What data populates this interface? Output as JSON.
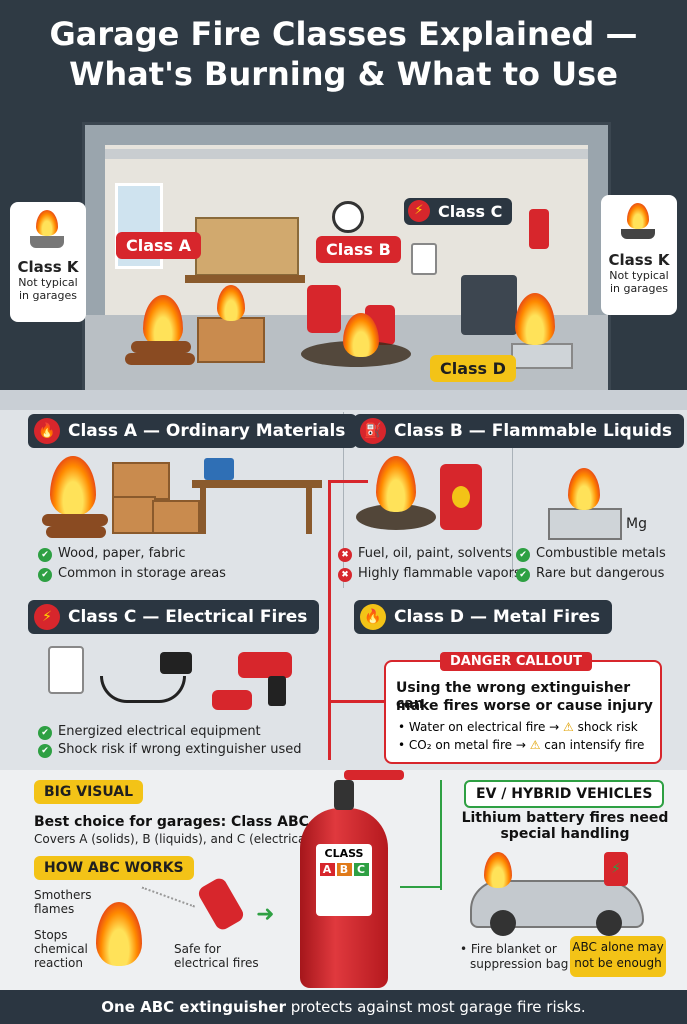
{
  "title": {
    "line1": "Garage Fire Classes Explained —",
    "line2": "What's Burning & What to Use"
  },
  "scene": {
    "class_a_tag": "Class A",
    "class_b_tag": "Class B",
    "class_c_tag": "Class C",
    "class_d_tag": "Class D",
    "class_k_left": {
      "label": "Class K",
      "note_line1": "Not typical",
      "note_line2": "in garages"
    },
    "class_k_right": {
      "label": "Class K",
      "note_line1": "Not typical",
      "note_line2": "in garages"
    }
  },
  "panels": {
    "a": {
      "title": "Class A — Ordinary Materials",
      "bullets": [
        "Wood, paper, fabric",
        "Common in storage areas"
      ]
    },
    "b": {
      "title": "Class B — Flammable Liquids",
      "bullets": [
        "Fuel, oil, paint, solvents",
        "Highly flammable vapors"
      ]
    },
    "d_bullets": [
      "Combustible metals",
      "Rare but dangerous"
    ],
    "d_label": "Mg",
    "c": {
      "title": "Class C — Electrical Fires",
      "bullets": [
        "Energized electrical equipment",
        "Shock risk if wrong extinguisher used"
      ]
    },
    "d": {
      "title": "Class D — Metal Fires"
    }
  },
  "danger": {
    "header": "DANGER CALLOUT",
    "headline_line1": "Using the wrong extinguisher can",
    "headline_line2": "make fires worse or cause injury",
    "row1_left": "Water on electrical fire",
    "row1_right": "shock risk",
    "row2_left": "CO₂ on metal fire",
    "row2_right": "can intensify fire"
  },
  "big_visual": {
    "tag": "BIG VISUAL",
    "headline": "Best choice for garages: Class ABC",
    "sub": "Covers A (solids), B (liquids), and C (electrical)"
  },
  "how_abc": {
    "tag": "HOW ABC WORKS",
    "smothers_1": "Smothers",
    "smothers_2": "flames",
    "stops_1": "Stops",
    "stops_2": "chemical",
    "stops_3": "reaction",
    "safe_1": "Safe for",
    "safe_2": "electrical fires"
  },
  "extinguisher": {
    "label": "CLASS",
    "a": "A",
    "b": "B",
    "c": "C"
  },
  "ev": {
    "tag": "EV / HYBRID VEHICLES",
    "headline_line1": "Lithium battery fires need",
    "headline_line2": "special handling",
    "bullet_1": "Fire blanket or",
    "bullet_2": "suppression bag",
    "note_1": "ABC alone may",
    "note_2": "not be enough"
  },
  "footer": {
    "bold": "One ABC extinguisher",
    "rest": " protects against most garage fire risks."
  },
  "colors": {
    "red": "#d7262c",
    "dark": "#2b3641",
    "yellow": "#f3c317",
    "green": "#2ea043"
  }
}
